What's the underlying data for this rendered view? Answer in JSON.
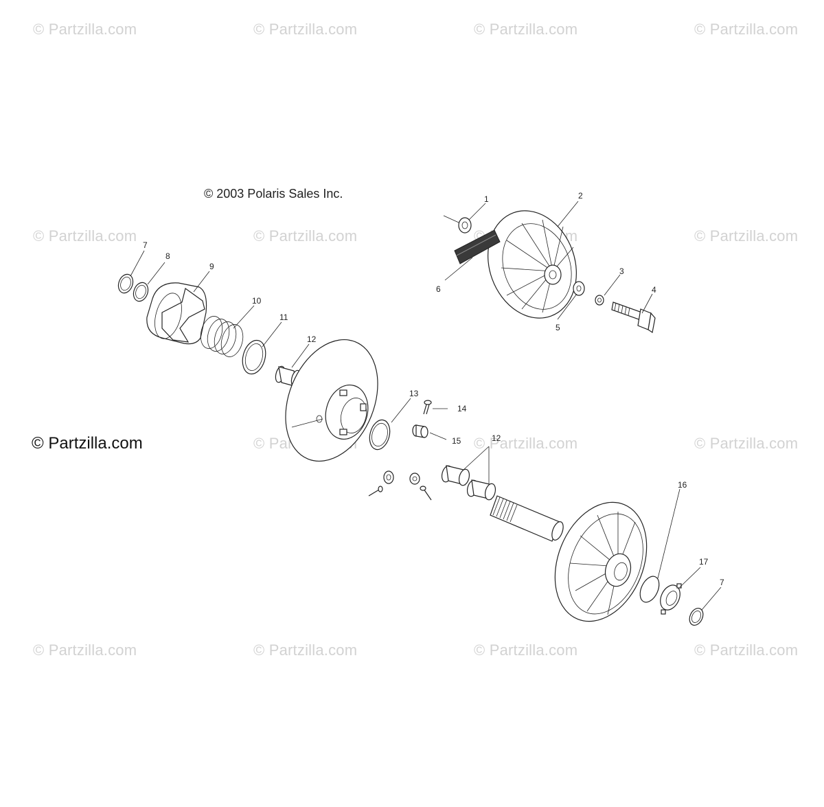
{
  "diagram": {
    "copyright": "© 2003 Polaris Sales Inc.",
    "site_mark": "© Partzilla.com",
    "watermark": "© Partzilla.com",
    "callouts": [
      {
        "id": "c1",
        "label": "1"
      },
      {
        "id": "c2",
        "label": "2"
      },
      {
        "id": "c3",
        "label": "3"
      },
      {
        "id": "c4",
        "label": "4"
      },
      {
        "id": "c5",
        "label": "5"
      },
      {
        "id": "c6",
        "label": "6"
      },
      {
        "id": "c7a",
        "label": "7"
      },
      {
        "id": "c8",
        "label": "8"
      },
      {
        "id": "c9",
        "label": "9"
      },
      {
        "id": "c10",
        "label": "10"
      },
      {
        "id": "c11",
        "label": "11"
      },
      {
        "id": "c12a",
        "label": "12"
      },
      {
        "id": "c13",
        "label": "13"
      },
      {
        "id": "c14",
        "label": "14"
      },
      {
        "id": "c15",
        "label": "15"
      },
      {
        "id": "c12b",
        "label": "12"
      },
      {
        "id": "c16",
        "label": "16"
      },
      {
        "id": "c17",
        "label": "17"
      },
      {
        "id": "c7b",
        "label": "7"
      }
    ]
  }
}
